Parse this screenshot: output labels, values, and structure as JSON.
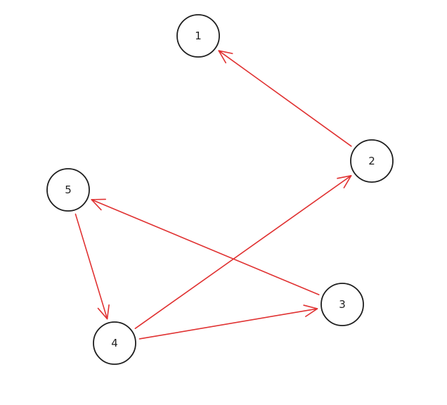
{
  "diagram": {
    "edge_color": "#e03131",
    "node_stroke_color": "#1e1e1e",
    "nodes": [
      {
        "id": "n1",
        "label": "1"
      },
      {
        "id": "n2",
        "label": "2"
      },
      {
        "id": "n3",
        "label": "3"
      },
      {
        "id": "n4",
        "label": "4"
      },
      {
        "id": "n5",
        "label": "5"
      }
    ],
    "edges": [
      {
        "from": "n2",
        "to": "n1"
      },
      {
        "from": "n3",
        "to": "n5"
      },
      {
        "from": "n5",
        "to": "n4"
      },
      {
        "from": "n4",
        "to": "n2"
      },
      {
        "from": "n4",
        "to": "n3"
      }
    ]
  }
}
